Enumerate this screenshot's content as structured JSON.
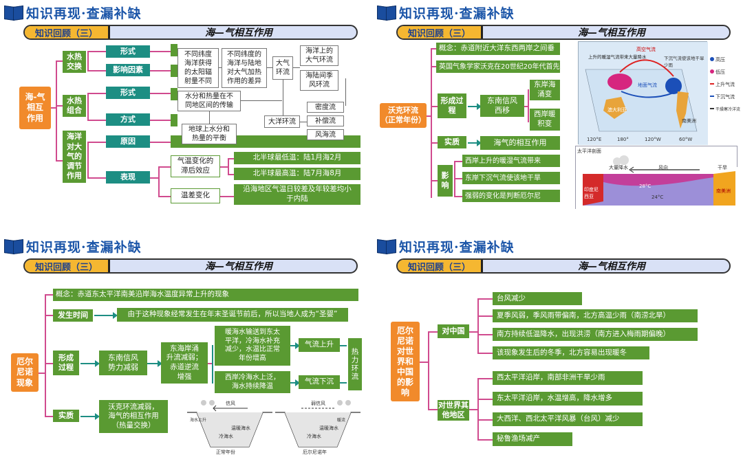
{
  "header": {
    "title": "知识再现·查漏补缺",
    "tag": "知识回顾（三）",
    "topic": "海—气相互作用"
  },
  "p1": {
    "root": "海-气\n相互\n作用",
    "b1": "水热\n交换",
    "b2": "水热\n组合",
    "b3": "海洋\n对大\n气的\n调节\n作用",
    "l_xs": "形式",
    "l_yx": "影响因素",
    "l_xs2": "形式",
    "l_fs": "方式",
    "l_yy": "原因",
    "l_bx": "表现",
    "w1": "不同纬度\n海洋获得\n的太阳辐\n射量不同",
    "w2": "不同纬度的\n海洋与陆地\n对大气加热\n作用的差异",
    "w3": "大气\n环流",
    "w4": "海洋上的\n大气环流",
    "w5": "海陆间季\n风环流",
    "w6": "水分和热量在不\n同地区间的传输",
    "w7": "地球上水分和\n热量的平衡",
    "w8": "大洋环流",
    "w9": "密度流",
    "w10": "补偿流",
    "w11": "风海流",
    "w12": "气温变化的\n滞后效应",
    "w13": "温差变化",
    "g1": "北半球最低温：陆1月海2月",
    "g2": "北半球最高温：陆7月海8月",
    "g3": "沿海地区气温日较差及年较差均小\n于内陆"
  },
  "p2": {
    "root": "沃克环流\n（正常年份）",
    "c1": "概念：赤道附近大洋东西两岸之间垂",
    "c2": "英国气象学家沃克在20世纪20年代首先",
    "b_xc": "形成过\n程",
    "b_sz": "实质",
    "b_yx": "影\n响",
    "e_xf": "东南信风\n西移",
    "e_d1": "东岸海\n涌变",
    "e_d2": "西岸暖\n积变",
    "e_sz": "海气的相互作用",
    "y1": "西岸上升的暖湿气流带来",
    "y2": "东岸下沉气流使该地干旱",
    "y3": "强弱的变化是判断厄尔尼",
    "map": {
      "m1": "上升的暖湿气流带来大量降水",
      "m2": "高空气流",
      "m3": "下沉气流使该地干旱少雨",
      "m4": "地面气流",
      "m5": "澳大利亚",
      "m6": "南美洲",
      "leg": [
        "高压",
        "低压",
        "上升气流",
        "下沉气流",
        "干燥寒冷洋流"
      ],
      "ticks": [
        "120°E",
        "180°",
        "120°W",
        "60°W"
      ]
    },
    "sect": {
      "t": "太平洋剖面",
      "rain": "大量降水",
      "wind": "风向",
      "dry": "干旱",
      "t1": "28°C",
      "t2": "24°C",
      "w": "印度尼西亚",
      "e": "南美洲"
    }
  },
  "p3": {
    "concept": "概念：赤道东太平洋南美沿岸海水温度异常上升的现象",
    "root": "厄尔\n尼诺\n现象",
    "b_time": "发生时间",
    "time_txt": "由于这种现象经常发生在年末圣诞节前后，所以当地人成为“圣婴”",
    "b_xc": "形成\n过程",
    "b_sz": "实质",
    "x1": "东南信风\n势力减弱",
    "x2": "东海岸涌\n升流减弱；\n赤道逆流\n增强",
    "x3": "暖海水输送到东太\n平洋，冷海水补充\n减少，水温比正常\n年份增高",
    "x4": "西岸冷海水上泛，\n海水持续降温",
    "x5": "气流上升",
    "x6": "气流下沉",
    "x7": "热\n力\n环\n流",
    "sz_txt": "沃克环流减弱，\n海气的相互作用\n（热量交换）",
    "diag": {
      "w1": "信风",
      "w2": "弱信风",
      "s1": "冷海水",
      "s2": "温暖海水",
      "s3": "冷海水",
      "s4": "温暖海水",
      "c1": "正常年份",
      "c2": "厄尔尼诺年",
      "a1": "海水上升",
      "a2": "暖流"
    }
  },
  "p4": {
    "root": "厄尔\n尼诺\n对世\n界和\n中国\n的影\n响",
    "b_cn": "对中国",
    "b_world": "对世界其\n他地区",
    "cn": [
      "台风减少",
      "夏季风弱，季风雨带偏南，北方高温少雨（南涝北旱）",
      "南方持续低温降水，出现洪涝（南方进入梅雨期偏晚）",
      "该现象发生后的冬季，北方容易出现暖冬"
    ],
    "world": [
      "西太平洋沿岸，南部非洲干旱少雨",
      "东太平洋沿岸，水温增高，降水增多",
      "大西洋、西北太平洋风暴（台风）减少",
      "秘鲁渔场减产"
    ]
  }
}
